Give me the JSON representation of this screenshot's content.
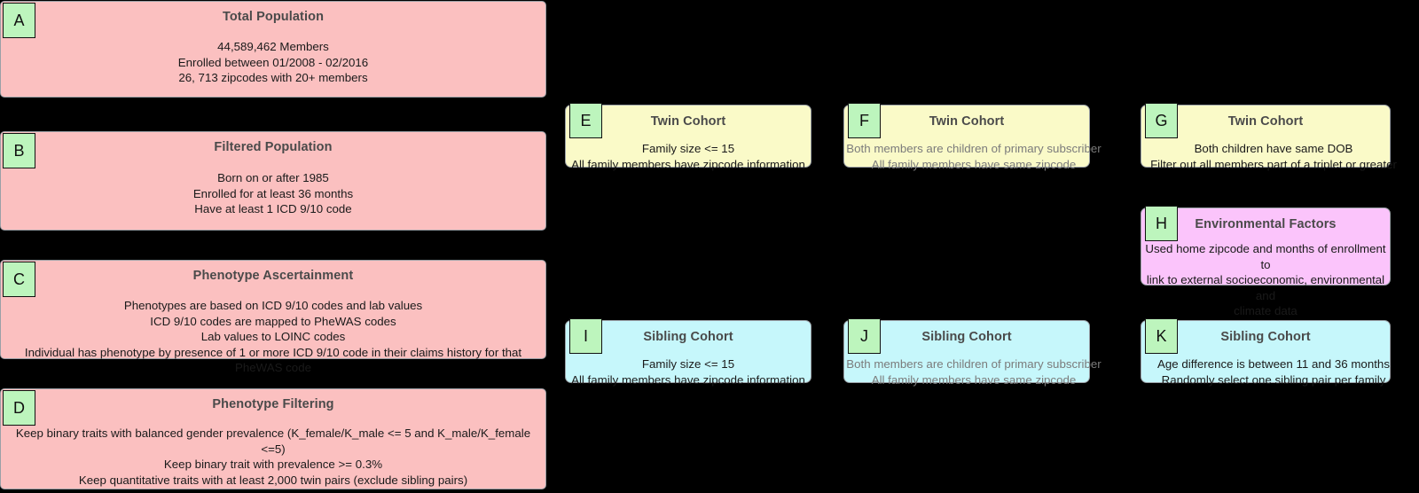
{
  "diagram": {
    "background_color": "#000000",
    "badge_color": "#bdf5bd",
    "palette": {
      "pink": "#fbc0c0",
      "yellow": "#fafac8",
      "cyan": "#c6f7fb",
      "violet": "#fbc4fb",
      "title_text": "#4a4a4a",
      "body_text": "#1a1a1a",
      "muted_text": "#7b7b7b"
    },
    "nodes": {
      "a": {
        "badge": "A",
        "title": "Total Population",
        "body": "44,589,462 Members\nEnrolled between 01/2008 - 02/2016\n26, 713 zipcodes with 20+ members"
      },
      "b": {
        "badge": "B",
        "title": "Filtered Population",
        "body": "Born on or after 1985\nEnrolled for at least 36 months\nHave at least 1 ICD 9/10 code"
      },
      "c": {
        "badge": "C",
        "title": "Phenotype Ascertainment",
        "body": "Phenotypes are based on ICD 9/10 codes and lab values\nICD 9/10 codes are mapped to PheWAS codes\nLab values to LOINC codes\nIndividual has phenotype by presence of 1 or more ICD 9/10 code in their claims history for that PheWAS code"
      },
      "d": {
        "badge": "D",
        "title": "Phenotype Filtering",
        "body": "Keep binary traits with balanced gender prevalence (K_female/K_male <= 5 and K_male/K_female <=5)\nKeep binary trait with prevalence >= 0.3%\nKeep quantitative traits with at least 2,000 twin pairs (exclude sibling pairs)"
      },
      "e": {
        "badge": "E",
        "title": "Twin Cohort",
        "body": "Family size <= 15\nAll family members have zipcode information"
      },
      "f": {
        "badge": "F",
        "title": "Twin Cohort",
        "body": "Both members are children of primary subscriber\nAll family members have same zipcode"
      },
      "g": {
        "badge": "G",
        "title": "Twin Cohort",
        "body": "Both children have same DOB\nFilter out all members part of a triplet or greater"
      },
      "h": {
        "badge": "H",
        "title": "Environmental Factors",
        "body": "Used home zipcode and months of enrollment to\nlink to external socioeconomic, environmental and\nclimate data"
      },
      "i": {
        "badge": "I",
        "title": "Sibling Cohort",
        "body": "Family size <= 15\nAll family members have zipcode information"
      },
      "j": {
        "badge": "J",
        "title": "Sibling Cohort",
        "body": "Both members are children of primary subscriber\nAll family members have same zipcode"
      },
      "k": {
        "badge": "K",
        "title": "Sibling Cohort",
        "body": "Age difference is between 11 and 36 months\nRandomly select one sibling pair per family"
      }
    }
  }
}
